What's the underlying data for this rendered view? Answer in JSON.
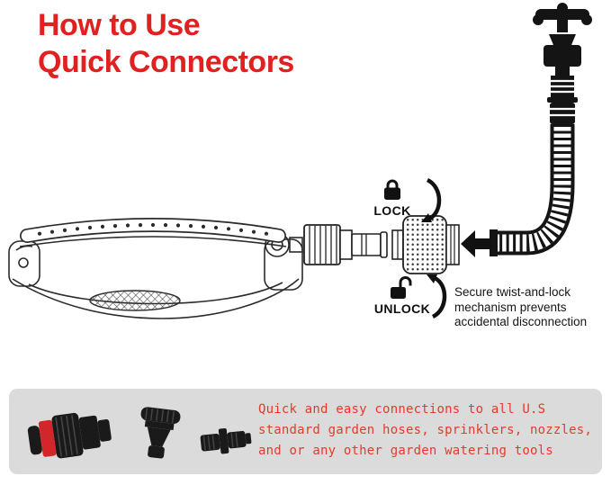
{
  "title": {
    "line1": "How to Use",
    "line2": "Quick Connectors"
  },
  "diagram": {
    "lock_label": "LOCK",
    "unlock_label": "UNLOCK",
    "note": {
      "line1": "Secure twist-and-lock",
      "line2": "mechanism prevents",
      "line3": "accidental disconnection"
    }
  },
  "footer": {
    "caption": {
      "line1": "Quick and easy connections to all U.S",
      "line2": "standard garden hoses, sprinklers, nozzles,",
      "line3": "and or any other garden watering tools"
    },
    "products": [
      "female-quick-connector",
      "tap-adapter",
      "double-male-adapter"
    ]
  },
  "icons": {
    "lock": "lock-closed-icon",
    "unlock": "lock-open-icon",
    "rotate_lock": "rotate-clockwise-arrow-icon",
    "rotate_unlock": "rotate-counterclockwise-arrow-icon",
    "assembly_arrow": "arrow-left-icon"
  },
  "colors": {
    "accent_red": "#E1211F",
    "footer_red": "#E43A2B",
    "ink": "#111111",
    "footer_bg": "#DBDBDB"
  }
}
